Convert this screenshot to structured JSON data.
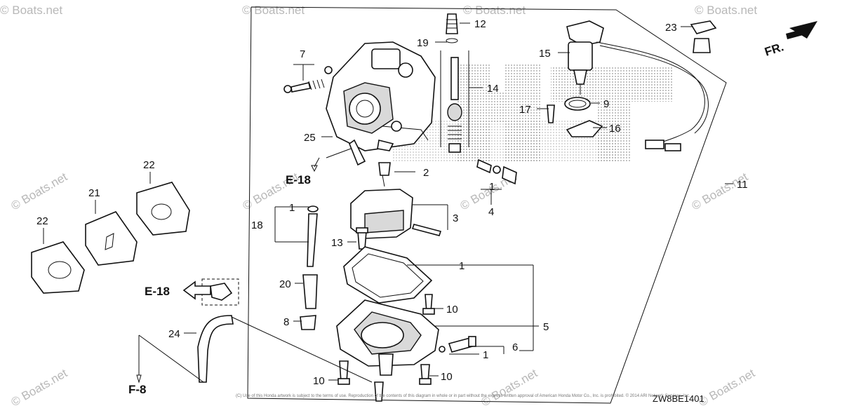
{
  "diagram": {
    "code": "ZW8BE1401",
    "copyright": "(C) Use of this Honda artwork is subject to the terms of use. Reproduction of the contents of this diagram in whole or in part without the express written approval of American Honda Motor Co., Inc. is prohibited. © 2014 ARI Network Services, Inc.",
    "watermark": "© Boats.net",
    "direction_badge": "FR.",
    "refs": {
      "e18_top": "E-18",
      "e18_left": "E-18",
      "f8": "F-8"
    },
    "callouts": [
      {
        "id": "c12",
        "text": "12"
      },
      {
        "id": "c19",
        "text": "19"
      },
      {
        "id": "c7",
        "text": "7"
      },
      {
        "id": "c14",
        "text": "14"
      },
      {
        "id": "c15",
        "text": "15"
      },
      {
        "id": "c23",
        "text": "23"
      },
      {
        "id": "c9",
        "text": "9"
      },
      {
        "id": "c17",
        "text": "17"
      },
      {
        "id": "c16",
        "text": "16"
      },
      {
        "id": "c25",
        "text": "25"
      },
      {
        "id": "c2",
        "text": "2"
      },
      {
        "id": "c1a",
        "text": "1"
      },
      {
        "id": "c4",
        "text": "4"
      },
      {
        "id": "c11",
        "text": "11"
      },
      {
        "id": "c22a",
        "text": "22"
      },
      {
        "id": "c21",
        "text": "21"
      },
      {
        "id": "c22b",
        "text": "22"
      },
      {
        "id": "c1b",
        "text": "1"
      },
      {
        "id": "c18",
        "text": "18"
      },
      {
        "id": "c3",
        "text": "3"
      },
      {
        "id": "c13",
        "text": "13"
      },
      {
        "id": "c1c",
        "text": "1"
      },
      {
        "id": "c20",
        "text": "20"
      },
      {
        "id": "c10a",
        "text": "10"
      },
      {
        "id": "c5",
        "text": "5"
      },
      {
        "id": "c8",
        "text": "8"
      },
      {
        "id": "c24",
        "text": "24"
      },
      {
        "id": "c6",
        "text": "6"
      },
      {
        "id": "c1d",
        "text": "1"
      },
      {
        "id": "c10b",
        "text": "10"
      },
      {
        "id": "c10c",
        "text": "10"
      }
    ]
  }
}
